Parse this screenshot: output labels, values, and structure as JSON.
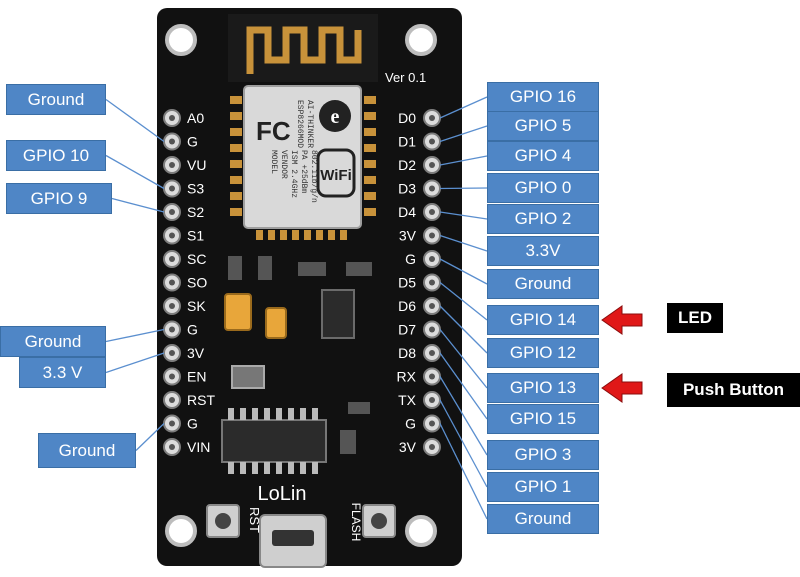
{
  "board": {
    "version": "Ver 0.1",
    "brand": "LoLin",
    "rst_button": "RST",
    "flash_button": "FLASH",
    "module": {
      "logo": "e",
      "fc": "FC",
      "wifi": "WiFi",
      "spec_lines": [
        "MODEL",
        "VENDOR",
        "ISM 2.4GHz",
        "PA +25dBm",
        "802.11b/g/n"
      ],
      "spec_lines_right": [
        "ESP8266MOD",
        "AI-THINKER"
      ]
    },
    "left_pins": [
      "A0",
      "G",
      "VU",
      "S3",
      "S2",
      "S1",
      "SC",
      "SO",
      "SK",
      "G",
      "3V",
      "EN",
      "RST",
      "G",
      "VIN"
    ],
    "right_pins": [
      "D0",
      "D1",
      "D2",
      "D3",
      "D4",
      "3V",
      "G",
      "D5",
      "D6",
      "D7",
      "D8",
      "RX",
      "TX",
      "G",
      "3V"
    ]
  },
  "left_labels": [
    {
      "text": "Ground",
      "pin": 1
    },
    {
      "text": "GPIO 10",
      "pin": 3
    },
    {
      "text": "GPIO 9",
      "pin": 4
    },
    {
      "text": "Ground",
      "pin": 9
    },
    {
      "text": "3.3 V",
      "pin": 10
    },
    {
      "text": "Ground",
      "pin": 13
    }
  ],
  "right_labels": [
    {
      "text": "GPIO 16",
      "pin": 0
    },
    {
      "text": "GPIO 5",
      "pin": 1
    },
    {
      "text": "GPIO 4",
      "pin": 2
    },
    {
      "text": "GPIO 0",
      "pin": 3
    },
    {
      "text": "GPIO 2",
      "pin": 4
    },
    {
      "text": "3.3V",
      "pin": 5
    },
    {
      "text": "Ground",
      "pin": 6
    },
    {
      "text": "GPIO 14",
      "pin": 7
    },
    {
      "text": "GPIO 12",
      "pin": 8
    },
    {
      "text": "GPIO 13",
      "pin": 9
    },
    {
      "text": "GPIO 15",
      "pin": 10
    },
    {
      "text": "GPIO 3",
      "pin": 11
    },
    {
      "text": "GPIO 1",
      "pin": 12
    },
    {
      "text": "Ground",
      "pin": 13
    }
  ],
  "callouts": [
    {
      "text": "LED",
      "target": "GPIO 14"
    },
    {
      "text": "Push Button",
      "target": "GPIO 13"
    }
  ],
  "colors": {
    "board": "#111111",
    "label_fill": "#4f86c6",
    "arrow": "#e01818",
    "copper": "#c8923a"
  }
}
